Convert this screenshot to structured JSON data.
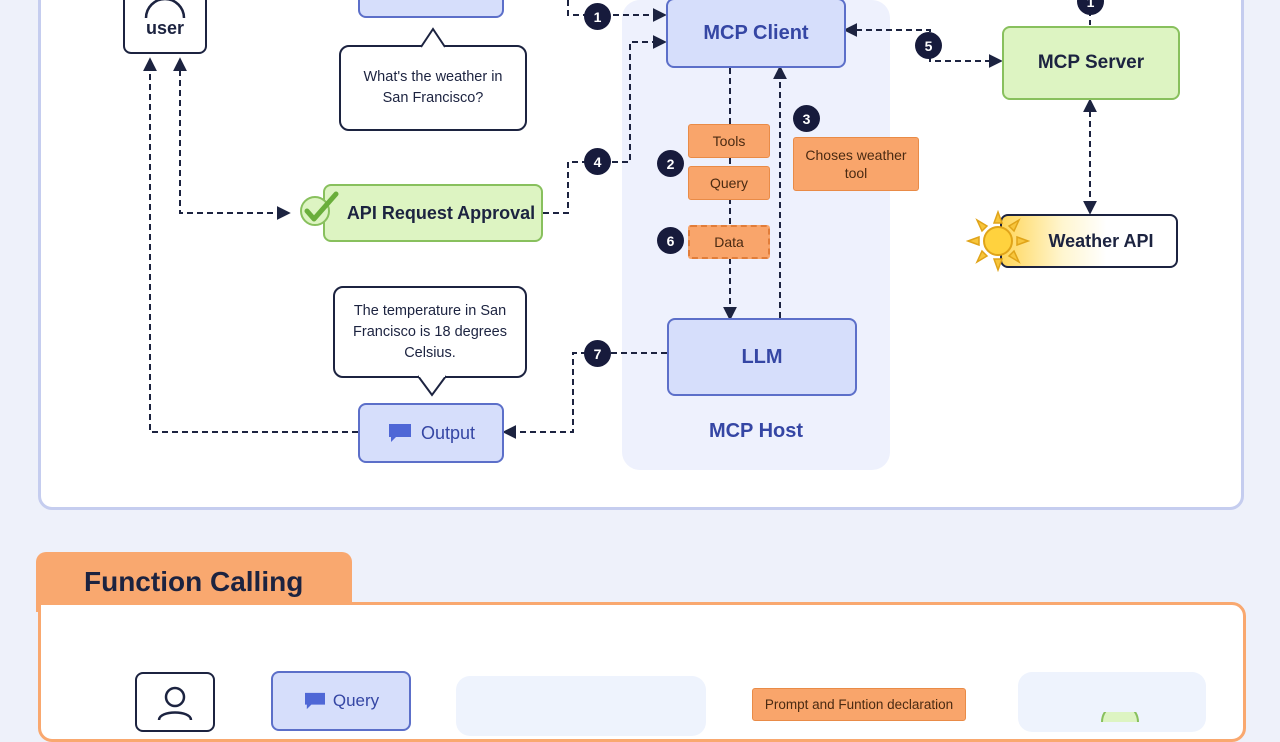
{
  "mcp": {
    "user_label": "user",
    "question_bubble": "What's the weather in San Francisco?",
    "mcp_client": "MCP Client",
    "mcp_server": "MCP Server",
    "tools": "Tools",
    "query": "Query",
    "data": "Data",
    "choses_tool": "Choses weather tool",
    "api_approval": "API Request Approval",
    "weather_api": "Weather API",
    "answer_bubble": "The temperature in San Francisco is 18 degrees Celsius.",
    "llm": "LLM",
    "output": "Output",
    "mcp_host": "MCP Host",
    "steps": [
      "1",
      "2",
      "3",
      "4",
      "5",
      "6",
      "7"
    ],
    "server_badge": "1"
  },
  "function_calling": {
    "title": "Function Calling",
    "query": "Query",
    "prompt_declaration": "Prompt and Funtion declaration"
  },
  "colors": {
    "blue_fill": "#d6defb",
    "blue_border": "#5c6fc9",
    "green_fill": "#ddf4c2",
    "orange_fill": "#f9a56b",
    "badge": "#171b3c",
    "panel_border": "#c5cdef"
  }
}
